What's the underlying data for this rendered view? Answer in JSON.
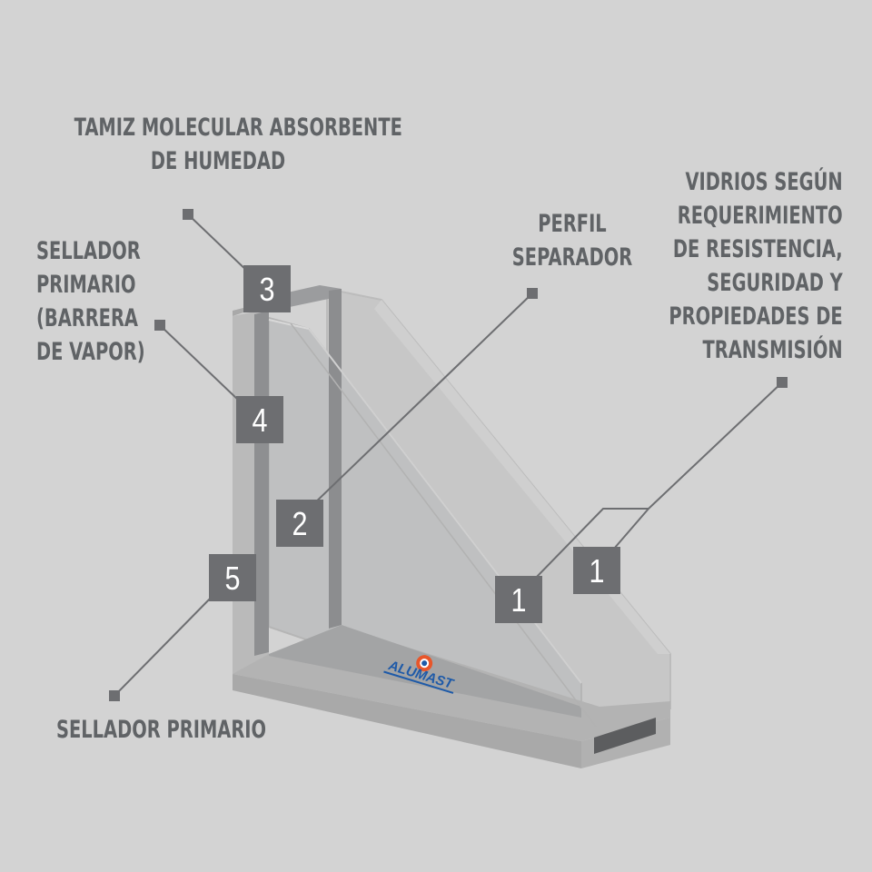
{
  "labels": {
    "tamiz": [
      "TAMIZ MOLECULAR ABSORBENTE",
      "DE HUMEDAD"
    ],
    "sellador_primario_barrera": [
      "SELLADOR",
      "PRIMARIO",
      "(BARRERA",
      "DE VAPOR)"
    ],
    "perfil": [
      "PERFIL",
      "SEPARADOR"
    ],
    "vidrios": [
      "VIDRIOS SEGÚN",
      "REQUERIMIENTO",
      "DE RESISTENCIA,",
      "SEGURIDAD Y",
      "PROPIEDADES DE",
      "TRANSMISIÓN"
    ],
    "sellador_primario": [
      "SELLADOR PRIMARIO"
    ]
  },
  "badges": {
    "glass_inner": "1",
    "glass_outer": "1",
    "spacer": "2",
    "desiccant": "3",
    "primary_seal": "4",
    "secondary_seal": "5"
  },
  "colors": {
    "background": "#d3d3d3",
    "text": "#606366",
    "badge_fill": "#6d6e71",
    "badge_text": "#ffffff",
    "leader": "#6d6e71",
    "logo_blue": "#1e5aa8",
    "logo_orange": "#e8562a"
  },
  "logo": {
    "name": "ALUMAST",
    "icon": "alumast-logo-icon"
  }
}
